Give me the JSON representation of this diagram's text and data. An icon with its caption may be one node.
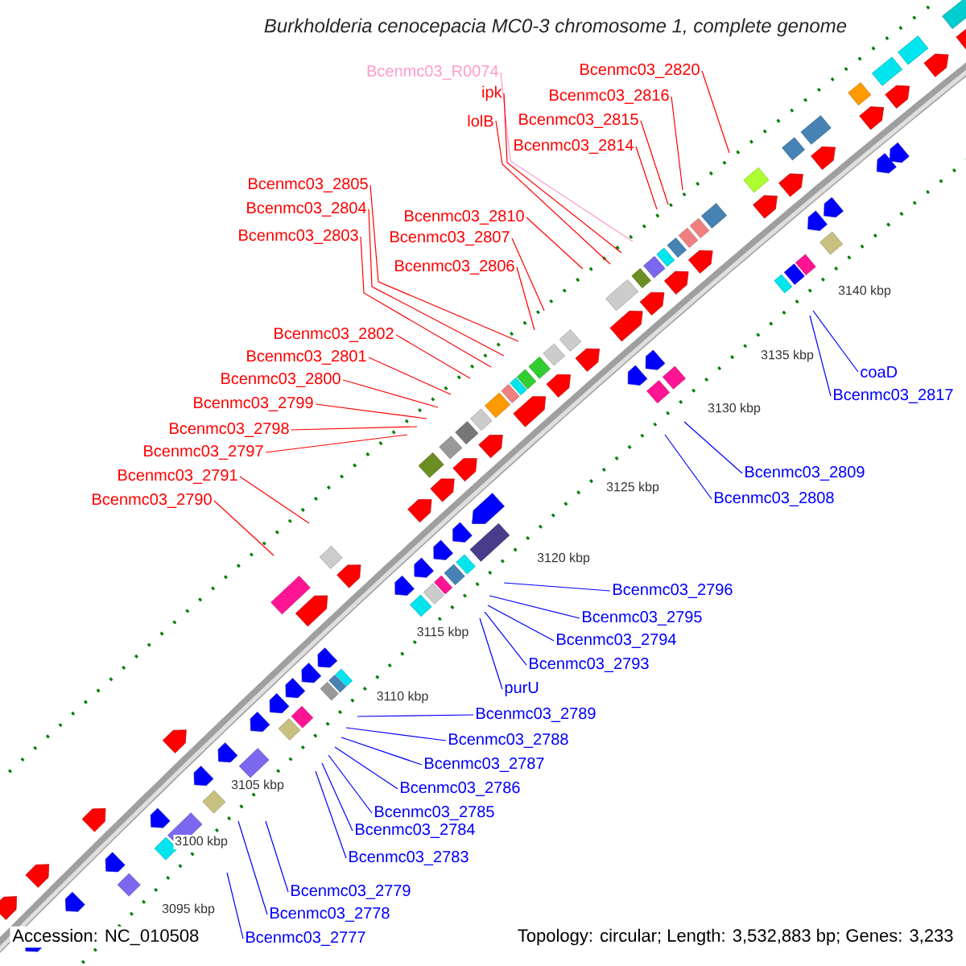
{
  "diagram": {
    "title": "Burkholderia cenocepacia MC0-3 chromosome 1, complete genome",
    "nodes": [
      {
        "text": [
          "Bcenmc03_R0074"
        ]
      },
      {
        "text": [
          "Bcenmc03_2820"
        ]
      },
      {
        "text": [
          "ipk"
        ]
      },
      {
        "text": [
          "Bcenmc03_2816"
        ]
      },
      {
        "text": [
          "lolB"
        ]
      },
      {
        "text": [
          "Bcenmc03_2815"
        ]
      },
      {
        "text": [
          "Bcenmc03_2814"
        ]
      },
      {
        "text": [
          "Bcenmc03_2805"
        ]
      },
      {
        "text": [
          "Bcenmc03_2804"
        ]
      },
      {
        "text": [
          "Bcenmc03_2810"
        ]
      },
      {
        "text": [
          "Bcenmc03_2803"
        ]
      },
      {
        "text": [
          "Bcenmc03_2807"
        ]
      },
      {
        "text": [
          "Bcenmc03_2806"
        ]
      },
      {
        "text": [
          "Bcenmc03_2802"
        ]
      },
      {
        "text": [
          "Bcenmc03_2801"
        ]
      },
      {
        "text": [
          "Bcenmc03_2800"
        ]
      },
      {
        "text": [
          "Bcenmc03_2799"
        ]
      },
      {
        "text": [
          "Bcenmc03_2798"
        ]
      },
      {
        "text": [
          "Bcenmc03_2797"
        ]
      },
      {
        "text": [
          "Bcenmc03_2791"
        ]
      },
      {
        "text": [
          "Bcenmc03_2790"
        ]
      },
      {
        "text": [
          "coaD"
        ]
      },
      {
        "text": [
          "Bcenmc03_2817"
        ]
      },
      {
        "text": [
          "Bcenmc03_2809"
        ]
      },
      {
        "text": [
          "Bcenmc03_2808"
        ]
      },
      {
        "text": [
          "Bcenmc03_2796"
        ]
      },
      {
        "text": [
          "Bcenmc03_2795"
        ]
      },
      {
        "text": [
          "Bcenmc03_2794"
        ]
      },
      {
        "text": [
          "Bcenmc03_2793"
        ]
      },
      {
        "text": [
          "purU"
        ]
      },
      {
        "text": [
          "Bcenmc03_2789"
        ]
      },
      {
        "text": [
          "Bcenmc03_2788"
        ]
      },
      {
        "text": [
          "Bcenmc03_2787"
        ]
      },
      {
        "text": [
          "Bcenmc03_2786"
        ]
      },
      {
        "text": [
          "Bcenmc03_2785"
        ]
      },
      {
        "text": [
          "Bcenmc03_2784"
        ]
      },
      {
        "text": [
          "Bcenmc03_2783"
        ]
      },
      {
        "text": [
          "Bcenmc03_2779"
        ]
      },
      {
        "text": [
          "Bcenmc03_2778"
        ]
      },
      {
        "text": [
          "Bcenmc03_2777"
        ]
      }
    ],
    "edges": [
      {
        "from": 0,
        "to": null,
        "arrow": "none",
        "color": "#ff99cc"
      },
      {
        "from": 1,
        "to": null,
        "arrow": "none"
      },
      {
        "from": 2,
        "to": null,
        "arrow": "none"
      },
      {
        "from": 3,
        "to": null,
        "arrow": "none"
      },
      {
        "from": 4,
        "to": null,
        "arrow": "none"
      },
      {
        "from": 5,
        "to": null,
        "arrow": "none"
      },
      {
        "from": 6,
        "to": null,
        "arrow": "none"
      },
      {
        "from": 7,
        "to": null,
        "arrow": "none"
      },
      {
        "from": 8,
        "to": null,
        "arrow": "none"
      },
      {
        "from": 9,
        "to": null,
        "arrow": "none"
      },
      {
        "from": 10,
        "to": null,
        "arrow": "none"
      },
      {
        "from": 11,
        "to": null,
        "arrow": "none"
      },
      {
        "from": 12,
        "to": null,
        "arrow": "none"
      },
      {
        "from": 13,
        "to": null,
        "arrow": "none"
      },
      {
        "from": 14,
        "to": null,
        "arrow": "none"
      },
      {
        "from": 15,
        "to": null,
        "arrow": "none"
      },
      {
        "from": 16,
        "to": null,
        "arrow": "none"
      },
      {
        "from": 17,
        "to": null,
        "arrow": "none"
      },
      {
        "from": 18,
        "to": null,
        "arrow": "none"
      },
      {
        "from": 19,
        "to": null,
        "arrow": "none"
      },
      {
        "from": 20,
        "to": null,
        "arrow": "none"
      },
      {
        "from": 21,
        "to": null,
        "arrow": "none",
        "color": "#0000ff"
      },
      {
        "from": 22,
        "to": null,
        "arrow": "none",
        "color": "#0000ff"
      },
      {
        "from": 23,
        "to": null,
        "arrow": "none",
        "color": "#0000ff"
      },
      {
        "from": 24,
        "to": null,
        "arrow": "none",
        "color": "#0000ff"
      },
      {
        "from": 25,
        "to": null,
        "arrow": "none",
        "color": "#0000ff"
      },
      {
        "from": 26,
        "to": null,
        "arrow": "none",
        "color": "#0000ff"
      },
      {
        "from": 27,
        "to": null,
        "arrow": "none",
        "color": "#0000ff"
      },
      {
        "from": 28,
        "to": null,
        "arrow": "none",
        "color": "#0000ff"
      },
      {
        "from": 29,
        "to": null,
        "arrow": "none",
        "color": "#0000ff"
      },
      {
        "from": 30,
        "to": null,
        "arrow": "none",
        "color": "#0000ff"
      },
      {
        "from": 31,
        "to": null,
        "arrow": "none",
        "color": "#0000ff"
      },
      {
        "from": 32,
        "to": null,
        "arrow": "none",
        "color": "#0000ff"
      },
      {
        "from": 33,
        "to": null,
        "arrow": "none",
        "color": "#0000ff"
      },
      {
        "from": 34,
        "to": null,
        "arrow": "none",
        "color": "#0000ff"
      },
      {
        "from": 35,
        "to": null,
        "arrow": "none",
        "color": "#0000ff"
      },
      {
        "from": 36,
        "to": null,
        "arrow": "none",
        "color": "#0000ff"
      },
      {
        "from": 37,
        "to": null,
        "arrow": "none",
        "color": "#0000ff"
      },
      {
        "from": 38,
        "to": null,
        "arrow": "none",
        "color": "#0000ff"
      },
      {
        "from": 39,
        "to": null,
        "arrow": "none",
        "color": "#0000ff"
      }
    ],
    "labels": [
      "3140 kbp",
      "3135 kbp",
      "3130 kbp",
      "3125 kbp",
      "3120 kbp",
      "3115 kbp",
      "3110 kbp",
      "3105 kbp",
      "3100 kbp",
      "3095 kbp",
      "Accession: NC_010508",
      "Topology: circular; Length: 3,532,883 bp; Genes: 3,233"
    ]
  }
}
